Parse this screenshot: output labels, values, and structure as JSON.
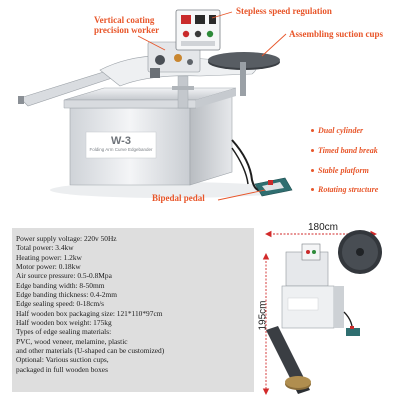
{
  "callouts": {
    "vertical_coating": "Vertical coating\nprecision worker",
    "stepless_speed": "Stepless speed regulation",
    "assembling_cups": "Assembling suction cups",
    "dual_cylinder": "Dual cylinder",
    "timed_band_break": "Timed band break",
    "stable_platform": "Stable platform",
    "rotating_structure": "Rotating structure",
    "bipedal_pedal": "Bipedal pedal"
  },
  "machine": {
    "model": "W-3",
    "subtitle": "Folding Arm Curve Edgebander"
  },
  "dimensions": {
    "width": "180cm",
    "height": "195cm"
  },
  "specs": [
    "Power supply voltage: 220v 50Hz",
    "Total power: 3.4kw",
    "Heating power: 1.2kw",
    "Motor power: 0.18kw",
    "Air source pressure: 0.5-0.8Mpa",
    "Edge banding width: 8-50mm",
    "Edge banding thickness: 0.4-2mm",
    "Edge sealing speed: 0-18cm/s",
    "Half wooden box packaging size: 121*110*97cm",
    "Half wooden box weight: 175kg",
    "Types of edge sealing materials:",
    "PVC, wood veneer, melamine, plastic",
    "and other materials (U-shaped can be customized)",
    "Optional: Various suction cups,",
    "packaged in full wooden boxes"
  ],
  "colors": {
    "callout": "#e8562a",
    "spec_bg": "#dedede",
    "dim_line": "#d22a2a"
  }
}
